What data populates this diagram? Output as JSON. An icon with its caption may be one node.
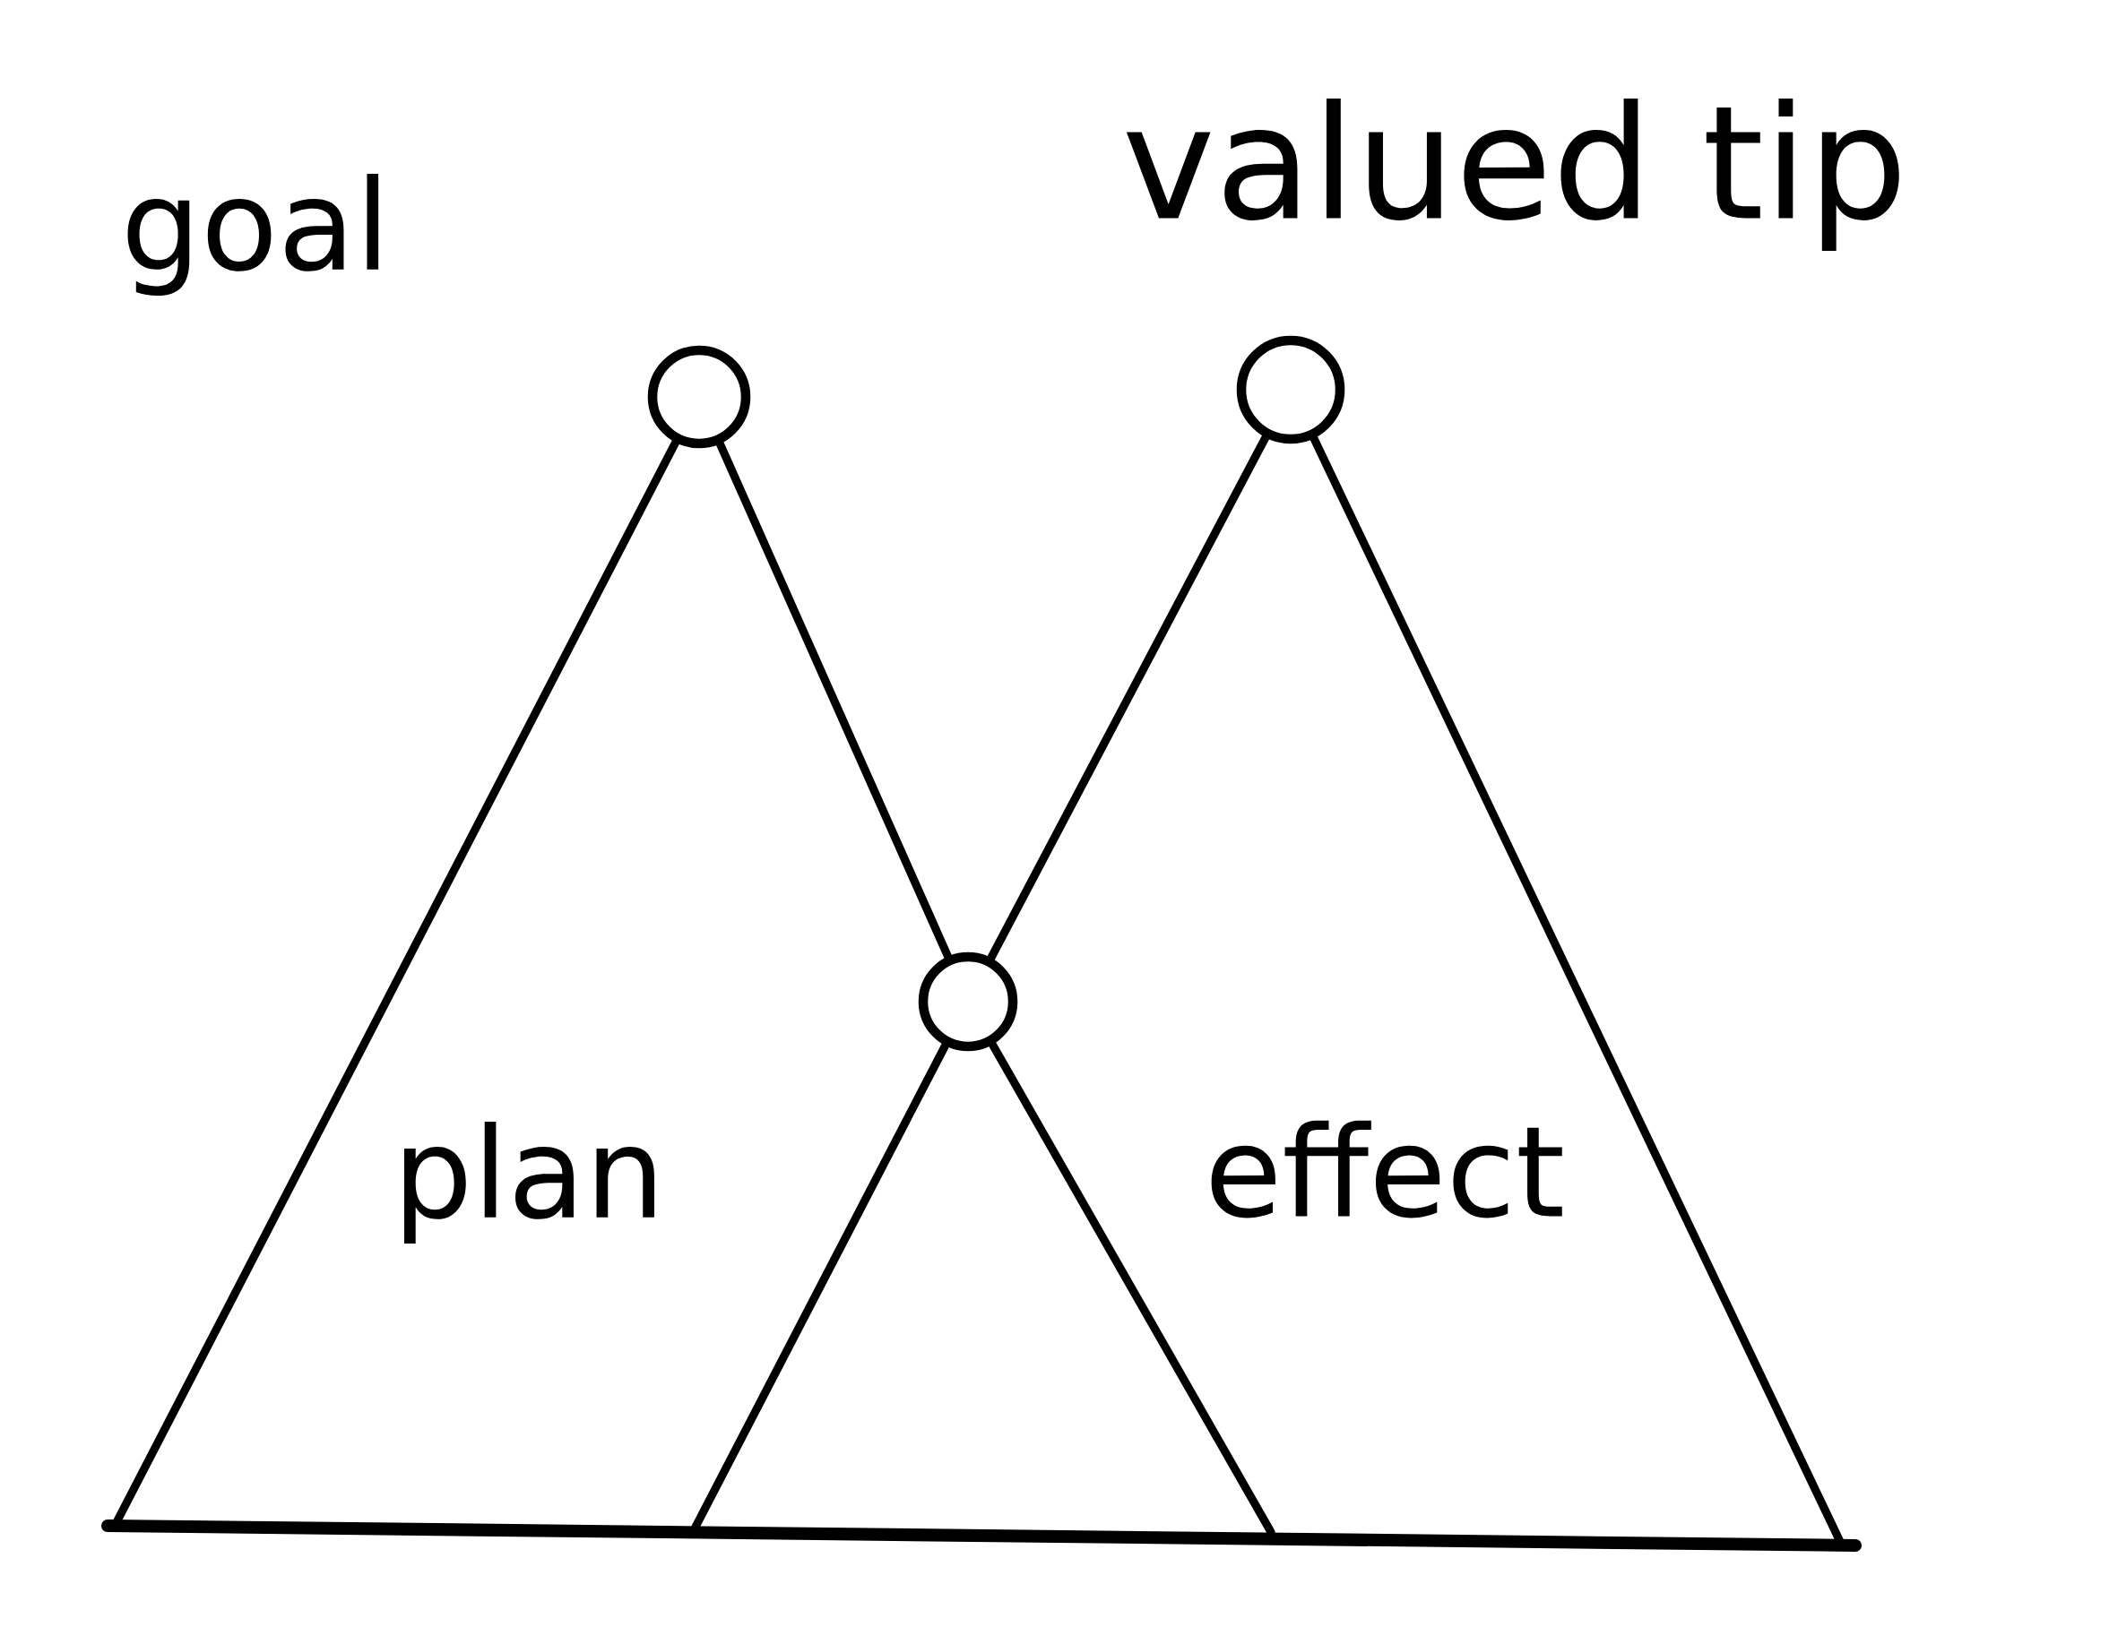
{
  "diagram": {
    "nodes": [
      {
        "text": [],
        "shape": "circle",
        "beside": [
          "goal"
        ]
      },
      {
        "text": [],
        "shape": "circle",
        "beside": [
          "valued tip"
        ]
      },
      {
        "text": [],
        "shape": "circle"
      }
    ],
    "edges": [
      {
        "from": 0,
        "to": null,
        "arrow": "none"
      },
      {
        "from": 0,
        "to": 2,
        "arrow": "none"
      },
      {
        "from": 2,
        "to": null,
        "arrow": "none"
      },
      {
        "from": 1,
        "to": 2,
        "arrow": "none"
      },
      {
        "from": 2,
        "to": null,
        "arrow": "none"
      },
      {
        "from": 1,
        "to": null,
        "arrow": "none"
      }
    ],
    "labels": [
      "plan",
      "effect"
    ]
  }
}
